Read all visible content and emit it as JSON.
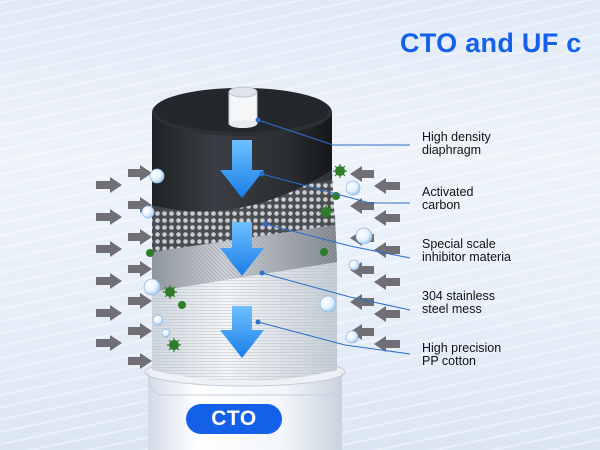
{
  "headline": "CTO and UF c",
  "badge": "CTO",
  "layers": [
    {
      "name": "High density",
      "name2": "diaphragm"
    },
    {
      "name": "Activated",
      "name2": "carbon"
    },
    {
      "name": "Special scale",
      "name2": "inhibitor materia"
    },
    {
      "name": "304 stainless",
      "name2": "steel mess"
    },
    {
      "name": "High precision",
      "name2": "PP cotton"
    }
  ],
  "colors": {
    "accent": "#1560e8",
    "flow_arrow": "#2a8ff0",
    "inflow_arrow": "#6f6f75"
  },
  "icons": [
    "inflow-arrow-icon",
    "flow-down-arrow-icon",
    "bacteria-icon",
    "water-bubble-icon"
  ]
}
